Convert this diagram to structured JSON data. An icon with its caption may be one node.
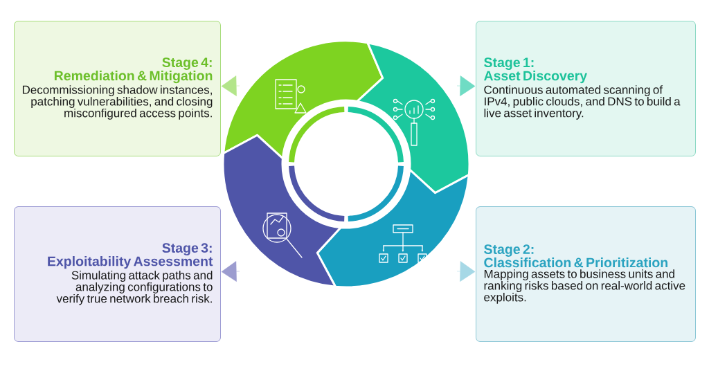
{
  "diagram": {
    "nodes": [
      {
        "text": [
          "Stage 4:",
          "Remediation & Mitigation",
          "Decommissioning shadow instances, patching vulnerabilities, and closing misconfigured access points."
        ]
      },
      {
        "text": [
          "Stage 1:",
          "Asset Discovery",
          "Continuous automated scanning of IPv4, public clouds, and DNS to build a live asset inventory."
        ]
      },
      {
        "text": [
          "Stage 3:",
          "Exploitability Assessment",
          "Simulating attack paths and analyzing configurations to verify true network breach risk."
        ]
      },
      {
        "text": [
          "Stage 2:",
          "Classification & Prioritization",
          "Mapping assets to business units and ranking risks based on real-world active exploits."
        ]
      }
    ],
    "edges": [
      {
        "from": null,
        "to": 0,
        "arrow": "to",
        "color": "#b3e58a"
      },
      {
        "from": null,
        "to": 1,
        "arrow": "to",
        "color": "#6fdcc4"
      },
      {
        "from": null,
        "to": 2,
        "arrow": "to",
        "color": "#9c9ccf"
      },
      {
        "from": null,
        "to": 3,
        "arrow": "to",
        "color": "#a6d8e6"
      }
    ]
  }
}
